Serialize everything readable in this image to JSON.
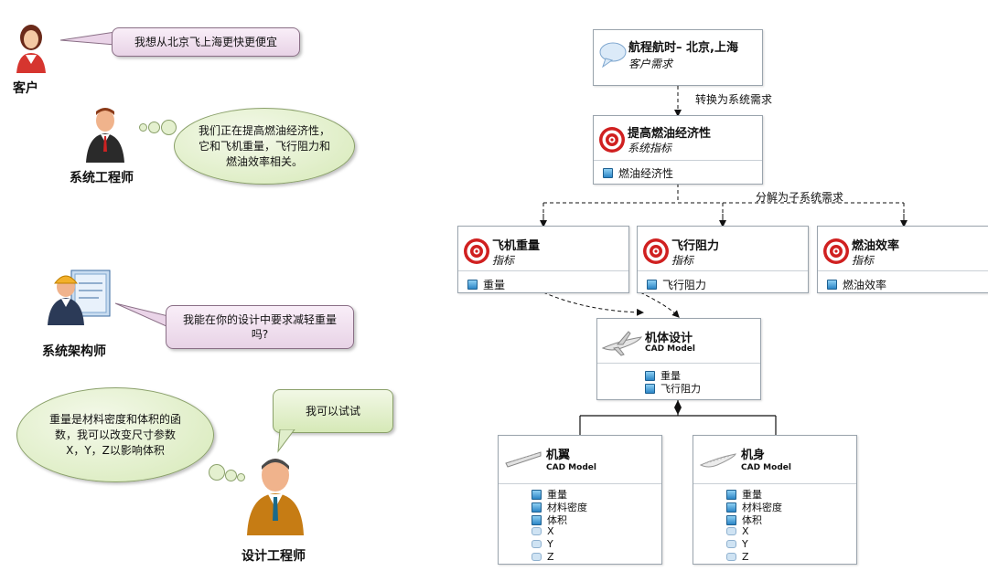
{
  "people": {
    "customer": "客户",
    "systems_engineer": "系统工程师",
    "architect": "系统架构师",
    "design_engineer": "设计工程师"
  },
  "speech": {
    "customer": "我想从北京飞上海更快更便宜",
    "systems_engineer": "我们正在提高燃油经济性，它和飞机重量，飞行阻力和燃油效率相关。",
    "architect": "我能在你的设计中要求减轻重量吗?",
    "design_engineer_reply": "我可以试试",
    "design_engineer_thought": "重量是材料密度和体积的函数，我可以改变尺寸参数X，Y，Z以影响体积"
  },
  "blocks": {
    "requirement": {
      "title": "航程航时– 北京,上海",
      "type": "客户需求"
    },
    "fuel_economy": {
      "title": "提高燃油经济性",
      "type": "系统指标",
      "props": [
        "燃油经济性"
      ]
    },
    "weight": {
      "title": "飞机重量",
      "type": "指标",
      "props": [
        "重量"
      ]
    },
    "drag": {
      "title": "飞行阻力",
      "type": "指标",
      "props": [
        "飞行阻力"
      ]
    },
    "efficiency": {
      "title": "燃油效率",
      "type": "指标",
      "props": [
        "燃油效率"
      ]
    },
    "airframe": {
      "title": "机体设计",
      "type": "CAD Model",
      "props": [
        "重量",
        "飞行阻力"
      ]
    },
    "wing": {
      "title": "机翼",
      "type": "CAD Model",
      "props": [
        "重量",
        "材料密度",
        "体积",
        "X",
        "Y",
        "Z"
      ]
    },
    "fuselage": {
      "title": "机身",
      "type": "CAD Model",
      "props": [
        "重量",
        "材料密度",
        "体积",
        "X",
        "Y",
        "Z"
      ]
    }
  },
  "edges": {
    "convert": "转换为系统需求",
    "decompose": "分解为子系统需求"
  },
  "colors": {
    "target_red": "#d02020",
    "bubble_pink": "#ead4e8",
    "cloud_green": "#d6e9b7"
  }
}
